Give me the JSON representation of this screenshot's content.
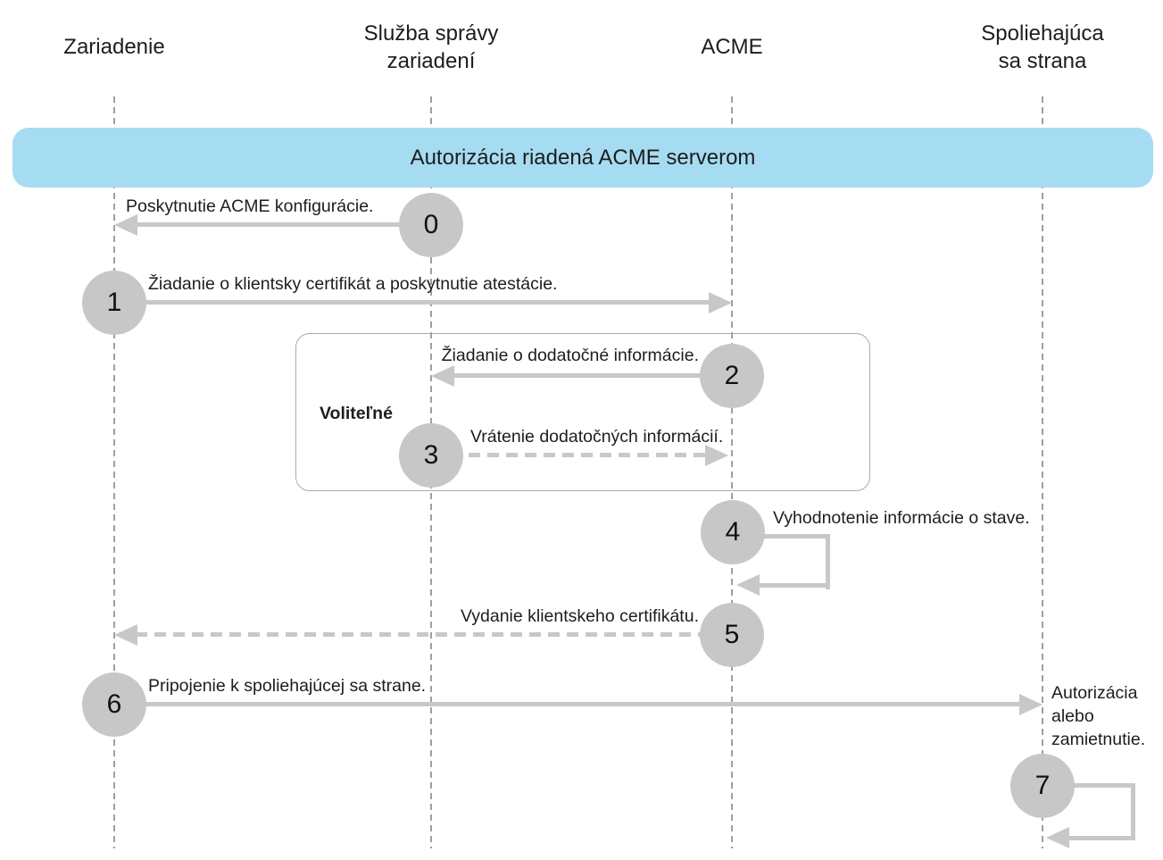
{
  "diagram": {
    "banner": {
      "label": "Autorizácia riadená ACME serverom"
    },
    "actors": [
      {
        "label": "Zariadenie"
      },
      {
        "label": "Služba správy\nzariadení"
      },
      {
        "label": "ACME"
      },
      {
        "label": "Spoliehajúca\nsa strana"
      }
    ],
    "optional_group": {
      "label": "Voliteľné"
    },
    "steps": [
      {
        "number": "0",
        "label": "Poskytnutie ACME konfigurácie.",
        "from": "Služba správy zariadení",
        "to": "Zariadenie",
        "line_style": "solid"
      },
      {
        "number": "1",
        "label": "Žiadanie o klientsky certifikát a poskytnutie atestácie.",
        "from": "Zariadenie",
        "to": "ACME",
        "line_style": "solid"
      },
      {
        "number": "2",
        "label": "Žiadanie o dodatočné informácie.",
        "from": "ACME",
        "to": "Služba správy zariadení",
        "line_style": "solid"
      },
      {
        "number": "3",
        "label": "Vrátenie dodatočných informácií.",
        "from": "Služba správy zariadení",
        "to": "ACME",
        "line_style": "dashed"
      },
      {
        "number": "4",
        "label": "Vyhodnotenie informácie o stave.",
        "from": "ACME",
        "to": "ACME",
        "line_style": "self-loop"
      },
      {
        "number": "5",
        "label": "Vydanie klientskeho certifikátu.",
        "from": "ACME",
        "to": "Zariadenie",
        "line_style": "dashed"
      },
      {
        "number": "6",
        "label": "Pripojenie k spoliehajúcej sa strane.",
        "from": "Zariadenie",
        "to": "Spoliehajúca sa strana",
        "line_style": "solid"
      },
      {
        "number": "7",
        "label": "Autorizácia\nalebo\nzamietnutie.",
        "from": "Spoliehajúca sa strana",
        "to": "Spoliehajúca sa strana",
        "line_style": "self-loop"
      }
    ],
    "colors": {
      "banner_blue": "#a6dcf2",
      "shape_gray": "#c7c7c7",
      "arrow_gray": "#c8c8c8",
      "lifeline_gray": "#9f9f9f",
      "text": "#1d1d1f"
    }
  }
}
